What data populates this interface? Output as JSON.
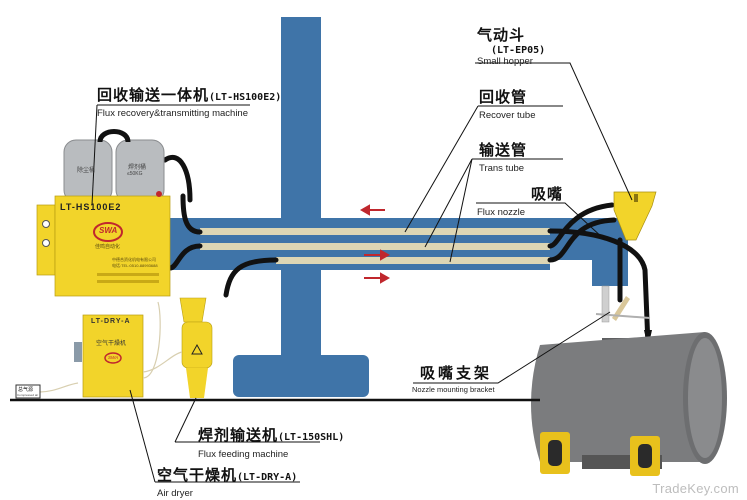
{
  "diagram": {
    "type": "welding flux recovery system schematic",
    "colors": {
      "column_blue": "#3f74a8",
      "tube_beige": "#ddd6b4",
      "hose_black": "#111111",
      "machine_yellow": "#f2d42a",
      "pipe_gray": "#7a7b7d",
      "arrow_red": "#c0272d",
      "floor_black": "#111111"
    },
    "labels": {
      "hopper": {
        "cn": "气动斗",
        "model": "(LT-EP05)",
        "en": "Small hopper"
      },
      "recovery_machine": {
        "cn": "回收输送一体机",
        "model": "(LT-HS100E2)",
        "en": "Flux recovery&transmitting machine"
      },
      "recover_tube": {
        "cn": "回收管",
        "en": "Recover tube"
      },
      "trans_tube": {
        "cn": "输送管",
        "en": "Trans tube"
      },
      "flux_nozzle": {
        "cn": "吸嘴",
        "en": "Flux nozzle"
      },
      "nozzle_bracket": {
        "cn": "吸嘴支架",
        "en": "Nozzle mounting bracket"
      },
      "feeding_machine": {
        "cn": "焊剂输送机",
        "model": "(LT-150SHL)",
        "en": "Flux feeding machine"
      },
      "air_dryer": {
        "cn": "空气干燥机",
        "model": "(LT-DRY-A)",
        "en": "Air dryer"
      }
    },
    "machine_markings": {
      "recovery_unit_model": "LT-HS100E2",
      "dust_tank": "除尘桶",
      "flux_tank": "焊剂桶",
      "flux_tank_capacity": "≤50KG",
      "logo": "SWA",
      "company_short": "佳鸣自动化",
      "company_line": "中德合资化机电有限公司",
      "phone_line": "电话:TEL:0510-88993688",
      "dryer_model": "LT-DRY-A",
      "dryer_name": "空气干燥机",
      "air_source": "总气源",
      "air_source_en": "Compressed air"
    },
    "watermark": "TradeKey.com"
  }
}
